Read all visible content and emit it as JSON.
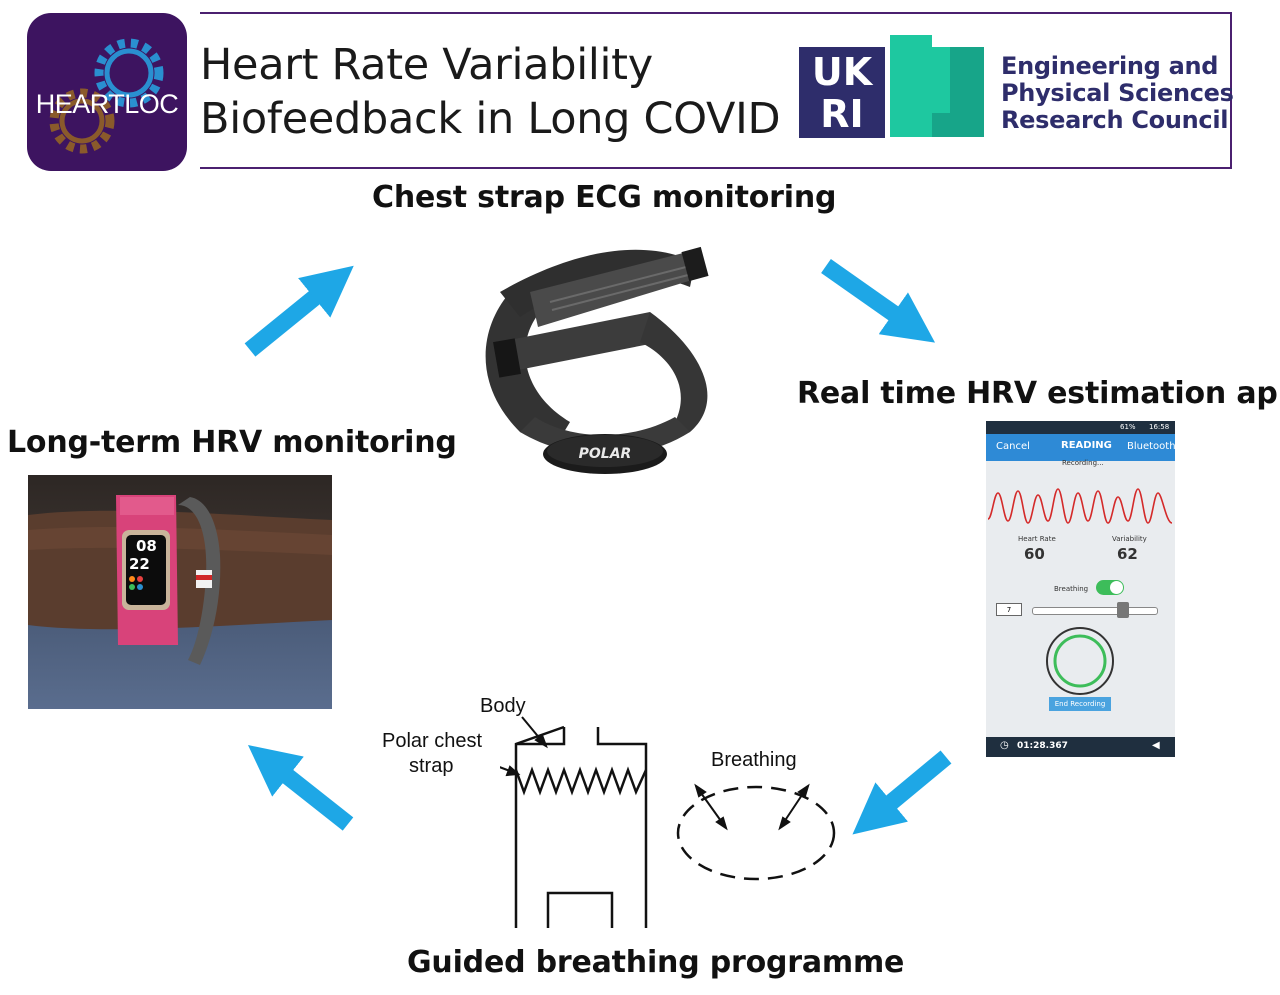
{
  "header": {
    "logo_text": "HEARTLOC",
    "title_line1": "Heart Rate Variability",
    "title_line2": "Biofeedback in Long COVID",
    "ukri_line1": "UK",
    "ukri_line2": "RI",
    "funder_lines": [
      "Engineering and",
      "Physical Sciences",
      "Research Council"
    ]
  },
  "sections": {
    "chest_strap": "Chest strap ECG monitoring",
    "app": "Real time HRV estimation app",
    "long_term": "Long-term HRV monitoring",
    "breathing": "Guided breathing programme"
  },
  "strap": {
    "brand": "POLAR"
  },
  "watch": {
    "time_hour": "08",
    "date_day": "22"
  },
  "app_screen": {
    "status_time": "16:58",
    "status_battery": "61%",
    "cancel": "Cancel",
    "title": "READING",
    "bluetooth": "Bluetooth",
    "subtitle": "Recording...",
    "heart_rate_label": "Heart Rate",
    "heart_rate_value": "60",
    "variability_label": "Variability",
    "variability_value": "62",
    "breathing_label": "Breathing",
    "level_value": "7",
    "end_button": "End Recording",
    "timer": "01:28.367"
  },
  "breathing_diagram": {
    "body_label": "Body",
    "strap_label_line1": "Polar chest",
    "strap_label_line2": "strap",
    "breathing_label": "Breathing"
  },
  "colors": {
    "arrow": "#1ea7e6",
    "logo_bg": "#3d1460",
    "ukri_navy": "#2e2d6b",
    "ukri_teal": "#1ec8a0",
    "app_bar": "#2e8ad6",
    "ecg_trace": "#d42a2a",
    "strap_fabric": "#3a3a3a",
    "watch_band": "#d8437a"
  }
}
